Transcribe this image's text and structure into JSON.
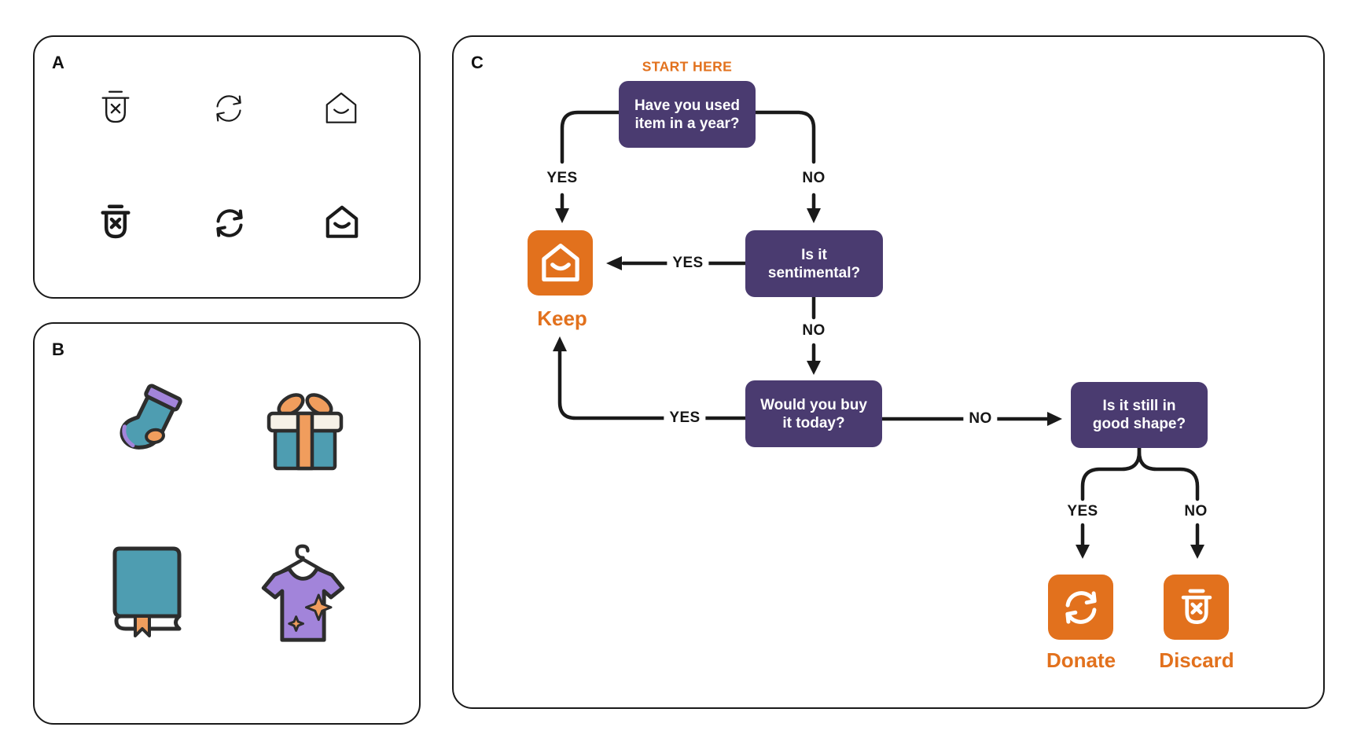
{
  "colors": {
    "box_purple": "#4a3b70",
    "accent_orange": "#e2711d",
    "ink": "#1a1a1a",
    "illustration_teal": "#4e9db1",
    "illustration_lavender": "#a284da",
    "illustration_soft_orange": "#f09d5d",
    "illustration_cream": "#f6f1e7",
    "illustration_outline": "#2d2d2d"
  },
  "panel_a": {
    "label": "A",
    "rows": [
      {
        "style": "light",
        "icons": [
          "trash-x-icon",
          "refresh-icon",
          "home-smile-icon"
        ]
      },
      {
        "style": "bold",
        "icons": [
          "trash-x-icon",
          "refresh-icon",
          "home-smile-icon"
        ]
      }
    ]
  },
  "panel_b": {
    "label": "B",
    "illustrations": [
      "sock",
      "gift-box",
      "book",
      "t-shirt"
    ]
  },
  "panel_c": {
    "label": "C",
    "start_label": "START HERE",
    "questions": {
      "q1": {
        "line1": "Have you used",
        "line2": "item in a year?"
      },
      "q2": {
        "line1": "Is it",
        "line2": "sentimental?"
      },
      "q3": {
        "line1": "Would you buy",
        "line2": "it today?"
      },
      "q4": {
        "line1": "Is it still in",
        "line2": "good shape?"
      }
    },
    "branches": {
      "q1_yes": "YES",
      "q1_no": "NO",
      "q2_yes": "YES",
      "q2_no": "NO",
      "q3_yes": "YES",
      "q3_no": "NO",
      "q4_yes": "YES",
      "q4_no": "NO"
    },
    "outcomes": {
      "keep": "Keep",
      "donate": "Donate",
      "discard": "Discard"
    }
  }
}
